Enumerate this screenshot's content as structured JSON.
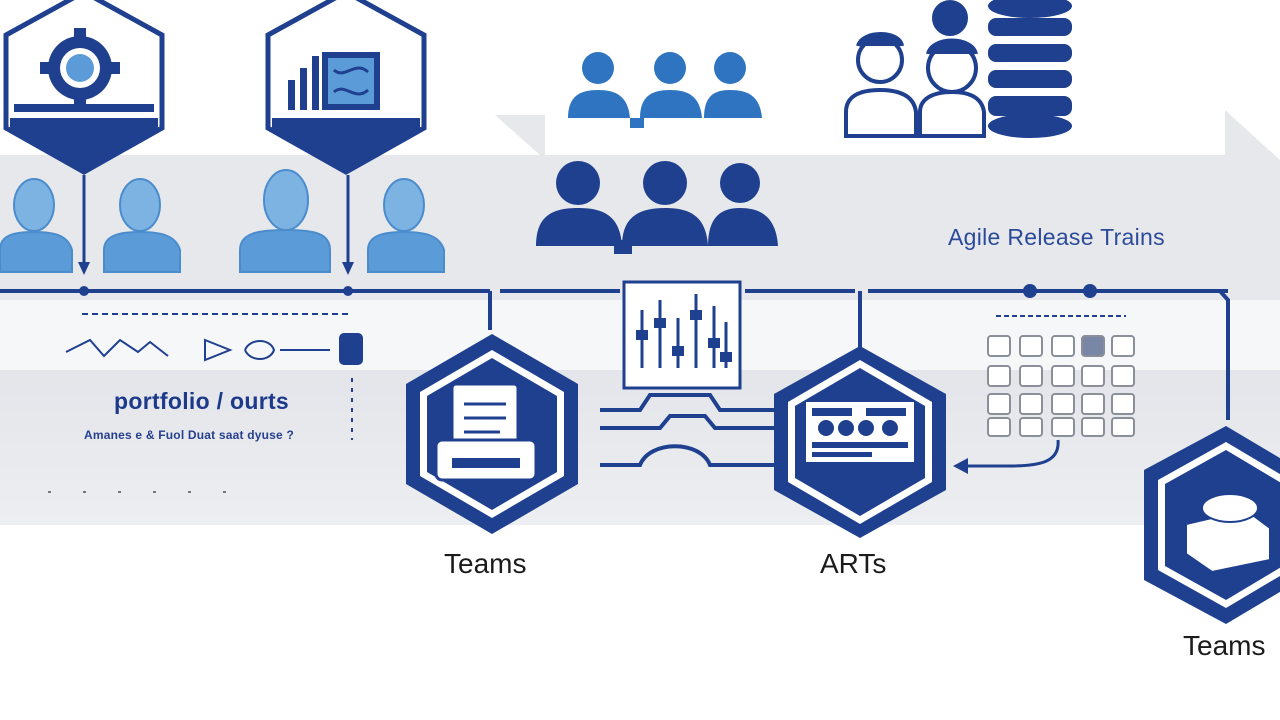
{
  "diagram": {
    "art_title": "Agile Release Trains",
    "portfolio_title": "portfolio / ourts",
    "portfolio_subtitle": "Amanes e & Fuol Duat saat dyuse ?",
    "node_labels": {
      "teams_left": "Teams",
      "arts": "ARTs",
      "teams_right": "Teams"
    }
  },
  "colors": {
    "primary": "#1f3f8f",
    "light_blue": "#5b9bd8",
    "band": "#e6e7ec",
    "band_light": "#eef0f3",
    "text_dark": "#1b1b1b"
  },
  "icons": [
    "gear-hexagon-icon",
    "chart-hexagon-icon",
    "person-icon",
    "group-icon",
    "database-icon",
    "control-panel-icon",
    "document-printer-icon",
    "teams-board-icon",
    "calendar-grid-icon",
    "box-hexagon-icon"
  ]
}
